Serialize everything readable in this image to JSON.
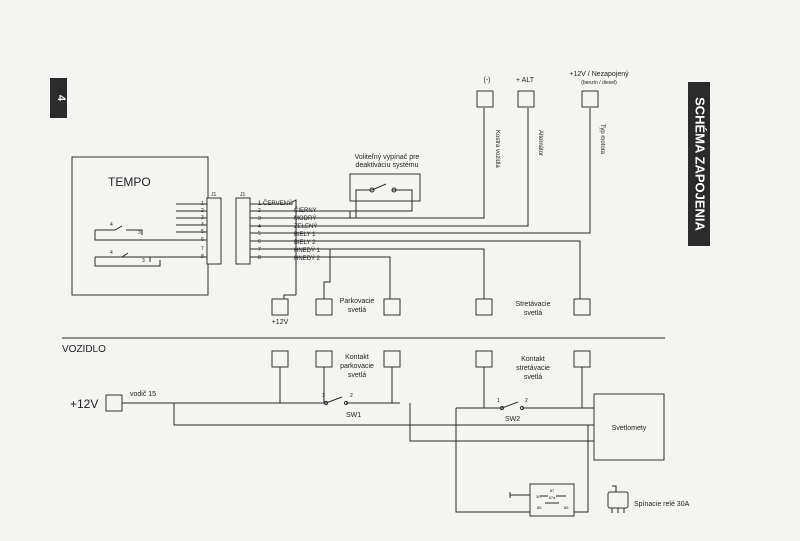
{
  "page_number": "4",
  "side_title": "SCHÉMA ZAPOJENIA",
  "module_title": "TEMPO",
  "connector_left": "J1",
  "connector_right": "J1",
  "pins": [
    "1",
    "2",
    "3",
    "4",
    "5",
    "6",
    "7",
    "8"
  ],
  "wires": [
    "1 ČERVENÝ",
    "ČIERNY",
    "MODRÝ",
    "ZELENÝ",
    "BIELY 1",
    "BIELY 2",
    "HNEDÝ 1",
    "HNEDÝ 2"
  ],
  "wire_nums": [
    "2",
    "3",
    "4",
    "5",
    "6",
    "7",
    "8"
  ],
  "relay_pins_a": [
    "4",
    "3"
  ],
  "relay_pins_b": [
    "4",
    "3"
  ],
  "switch_box_label": "Voliteľný vypínač pre deaktiváciu systému",
  "top_terminals": {
    "minus": "(-)",
    "alt": "+ ALT",
    "v12": "+12V / Nezapojený",
    "v12_sub": "(benzín / diesel)"
  },
  "vertical_labels": {
    "kostra": "Kostra vozidla",
    "alternator": "Alternátor",
    "typ": "Typ motora"
  },
  "labels_upper": {
    "plus12": "+12V",
    "parkovacie": "Parkovacie svetlá",
    "stretavacie": "Stretávacie svetlá"
  },
  "section": "VOZIDLO",
  "labels_lower": {
    "plus12": "+12V",
    "vodic": "vodič 15",
    "kontakt_park": "Kontakt parkovacie svetlá",
    "kontakt_stret": "Kontakt stretávacie svetlá",
    "sw1": "SW1",
    "sw2": "SW2",
    "svetlomety": "Svetlomety",
    "spinacie": "Spínacie relé 30A",
    "sw_pin1": "1",
    "sw_pin2": "2"
  },
  "relay_pins": {
    "p87": "87",
    "p87a": "87a",
    "p85": "85",
    "p86": "86",
    "p30": "30"
  }
}
